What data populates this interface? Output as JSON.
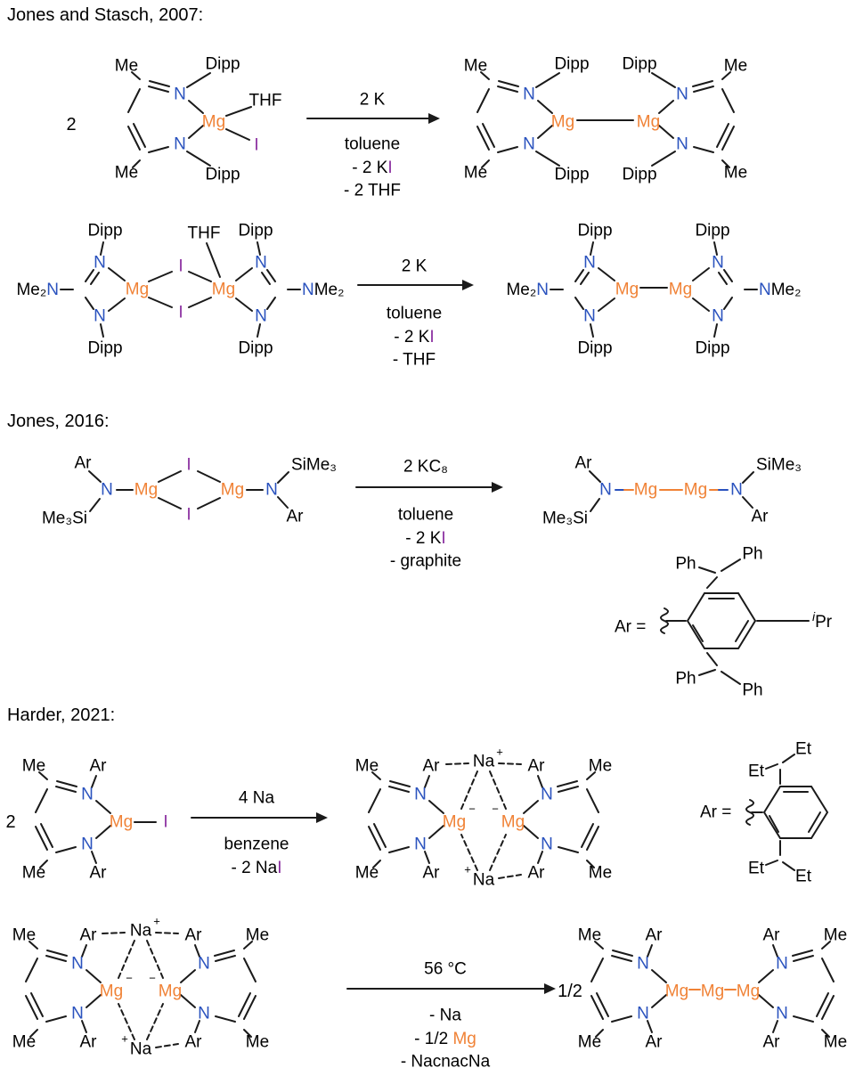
{
  "figure": {
    "description": "Reaction schemes for the synthesis of low-oxidation-state magnesium(I) dimers"
  },
  "colors": {
    "nitrogen_blue": "#2a52be",
    "magnesium_orange": "#f08236",
    "iodine_purple": "#8b2fa0",
    "bond_black": "#1a1a1a",
    "background": "#ffffff"
  },
  "sections": {
    "s1": {
      "title": "Jones and Stasch, 2007:"
    },
    "s2": {
      "title": "Jones, 2016:"
    },
    "s3": {
      "title": "Harder, 2021:"
    }
  },
  "atoms": {
    "me": "Me",
    "dipp": "Dipp",
    "n": "N",
    "mg": "Mg",
    "i": "I",
    "thf": "THF",
    "ar": "Ar",
    "ph": "Ph",
    "et": "Et",
    "na": "Na",
    "me2": "Me₂",
    "sime3": "SiMe₃",
    "me3si": "Me₃Si",
    "plus": "+",
    "minus": "−",
    "ipr_i": "i",
    "ipr_pr": "Pr",
    "ar_equals": "Ar ="
  },
  "stoichiometry": {
    "two": "2",
    "half": "1/2"
  },
  "reactions": {
    "r1": {
      "above": "2 K",
      "line1": "toluene",
      "line2_pre": "- 2 K",
      "line2_i": "I",
      "line3": "- 2 THF"
    },
    "r2": {
      "above": "2 K",
      "line1": "toluene",
      "line2_pre": "- 2 K",
      "line2_i": "I",
      "line3": "- THF"
    },
    "r3": {
      "above": "2 KC₈",
      "line1": "toluene",
      "line2_pre": "- 2 K",
      "line2_i": "I",
      "line3": "- graphite"
    },
    "r4": {
      "above": "4 Na",
      "line1": "benzene",
      "line2_pre": "- 2 Na",
      "line2_i": "I"
    },
    "r5": {
      "above": "56 °C",
      "line1": "- Na",
      "line2_pre": "- 1/2 ",
      "line2_mg": "Mg",
      "line3": "- NacnacNa"
    }
  }
}
